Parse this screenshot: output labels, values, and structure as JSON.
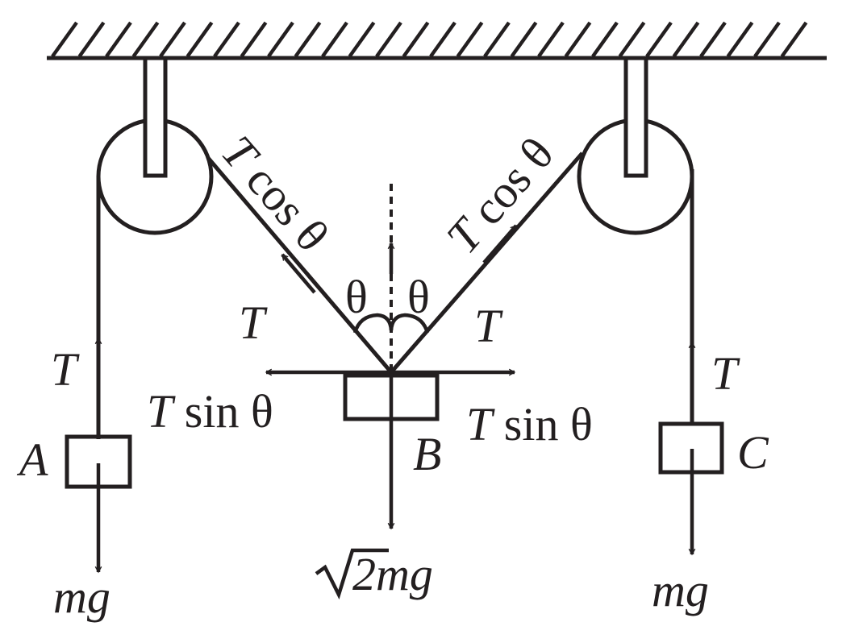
{
  "colors": {
    "ink": "#231f20",
    "background": "#ffffff"
  },
  "labels": {
    "t_cos_left": {
      "t": "T",
      "rest": " cos θ"
    },
    "t_cos_right": {
      "t": "T",
      "rest": " cos θ"
    },
    "theta_left": "θ",
    "theta_right": "θ",
    "t_left_string": "T",
    "t_right_string": "T",
    "t_sin_left": {
      "t": "T",
      "rest": " sin θ"
    },
    "t_sin_right": {
      "t": "T",
      "rest": " sin θ"
    },
    "t_a": "T",
    "t_c": "T",
    "block_a": "A",
    "block_b": "B",
    "block_c": "C",
    "weight_a": "mg",
    "weight_c": "mg",
    "weight_b": {
      "radical": "√",
      "value": "2mg"
    }
  }
}
